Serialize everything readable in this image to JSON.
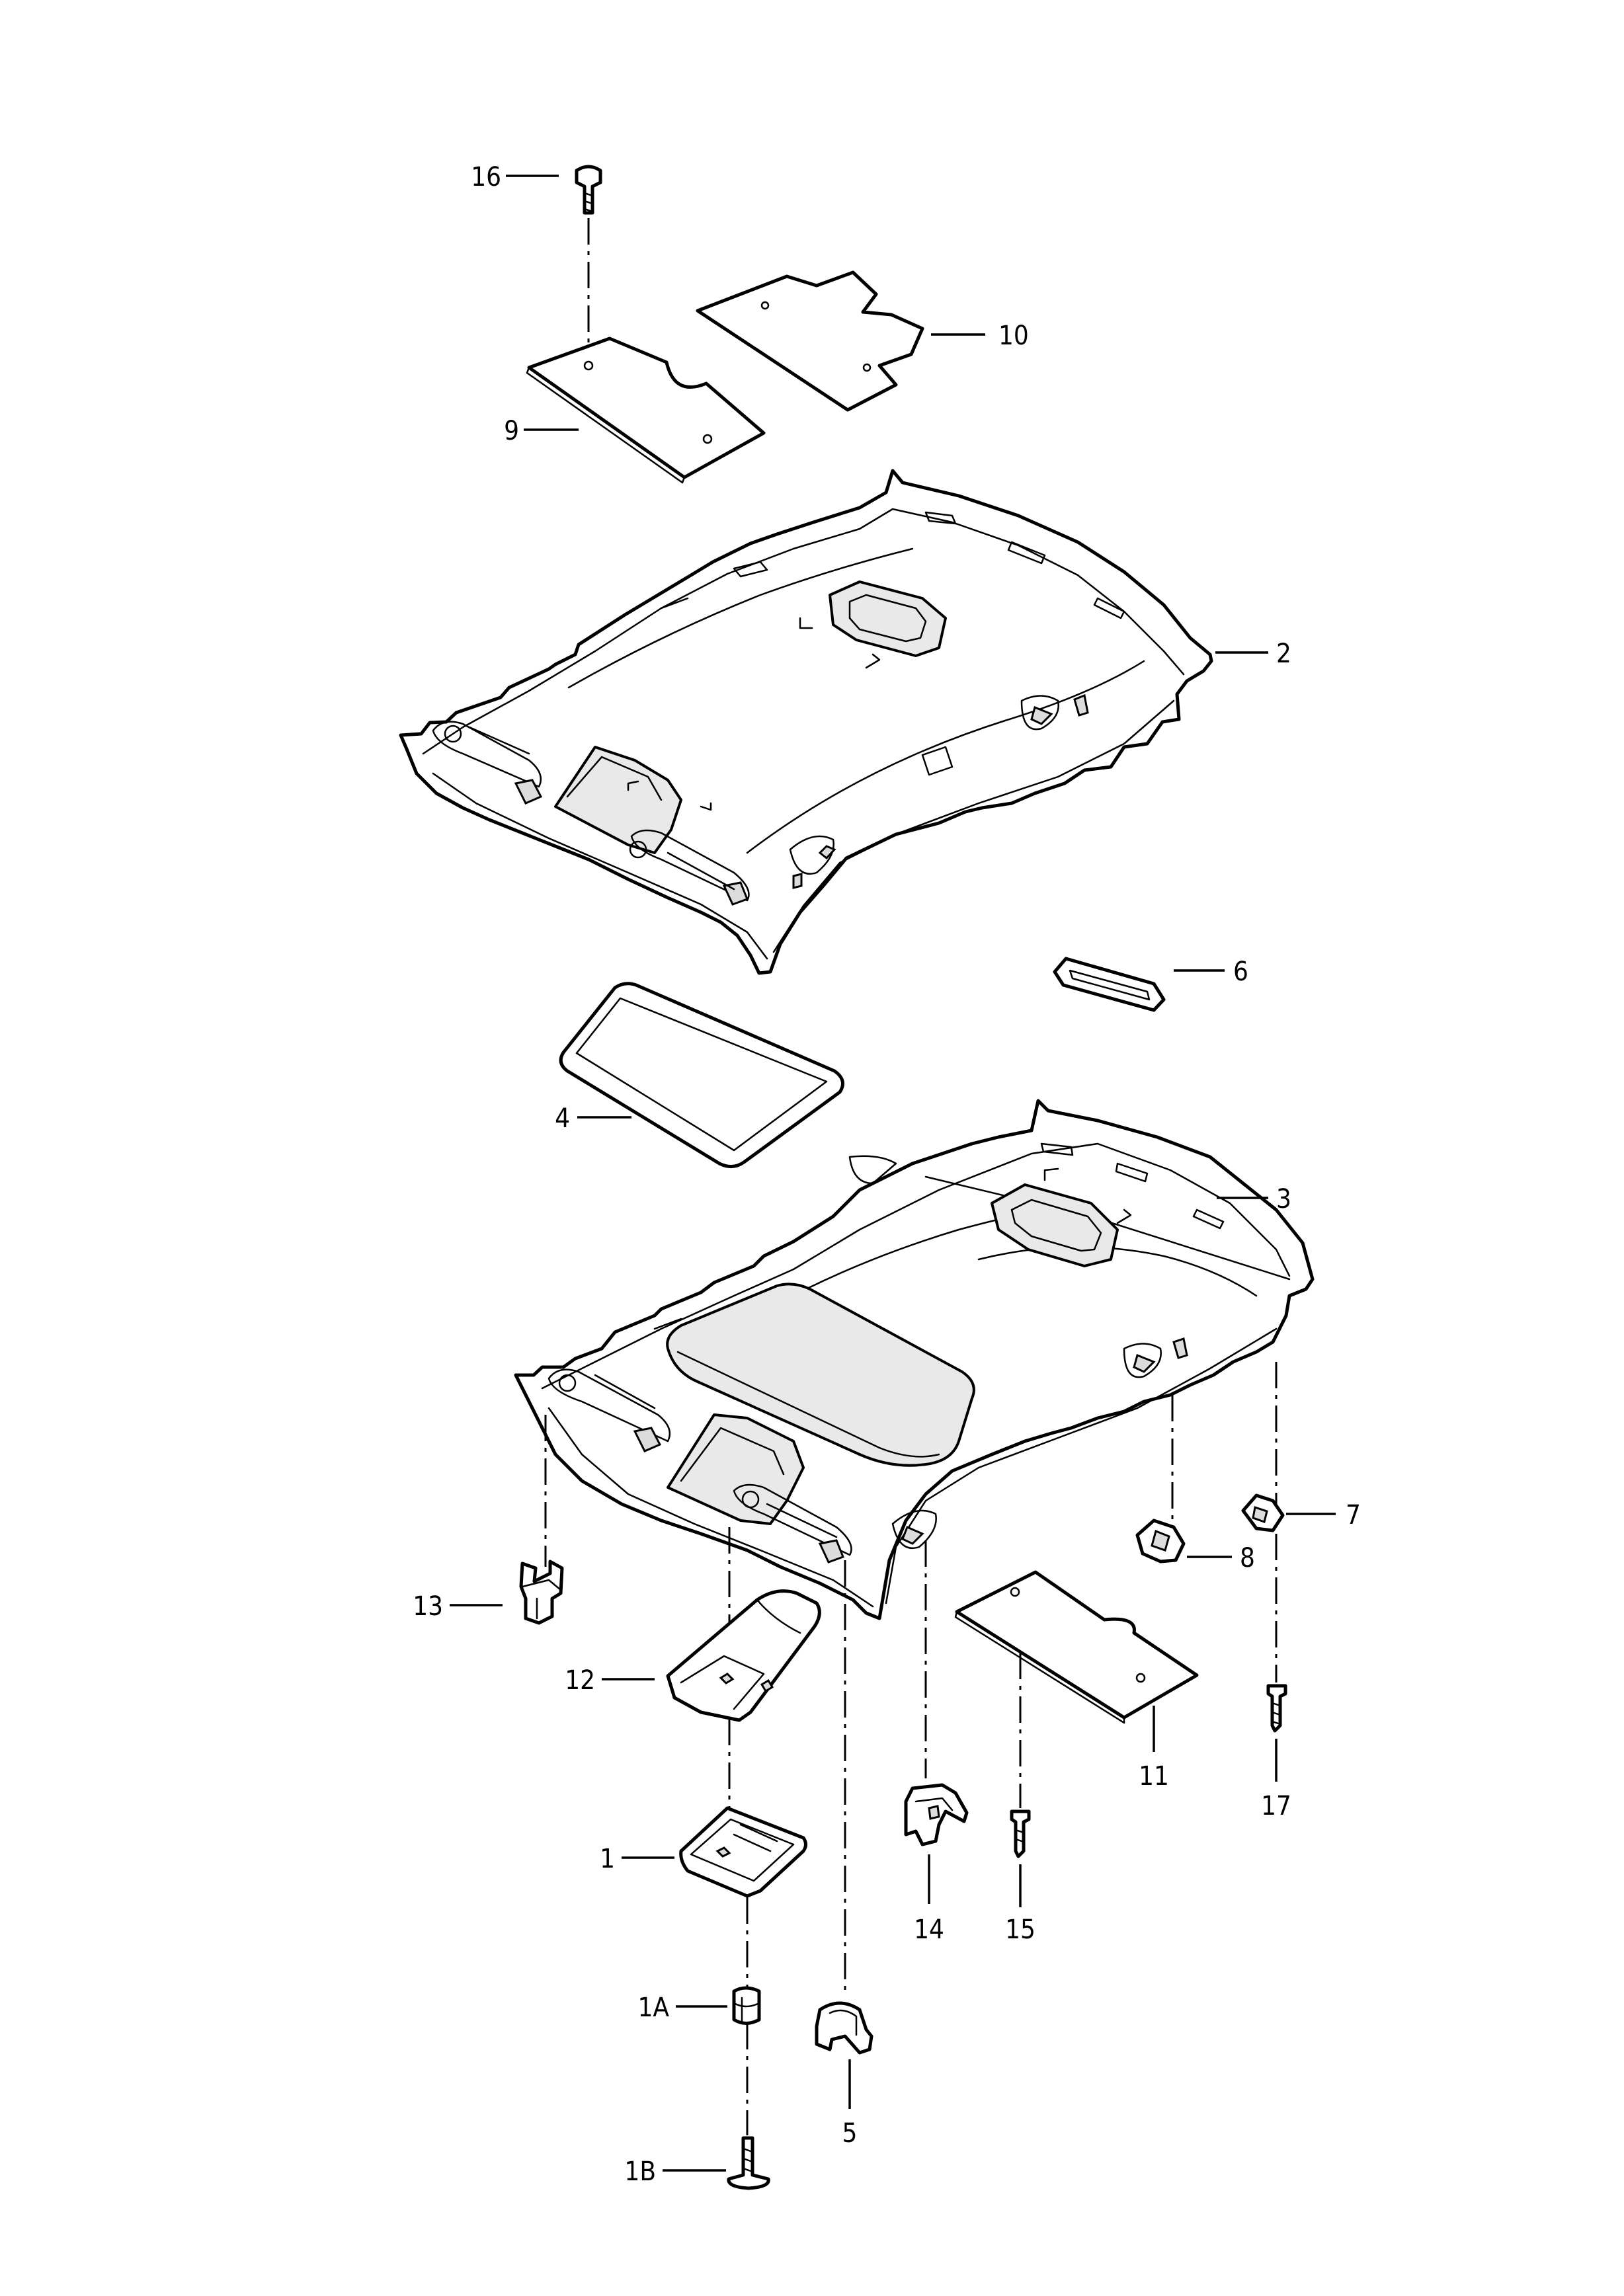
{
  "diagram": {
    "type": "exploded-parts-view",
    "callouts": {
      "c1": "1",
      "c1A": "1A",
      "c1B": "1B",
      "c2": "2",
      "c3": "3",
      "c4": "4",
      "c5": "5",
      "c6": "6",
      "c7": "7",
      "c8": "8",
      "c9": "9",
      "c10": "10",
      "c11": "11",
      "c12": "12",
      "c13": "13",
      "c14": "14",
      "c15": "15",
      "c16": "16",
      "c17": "17"
    }
  }
}
